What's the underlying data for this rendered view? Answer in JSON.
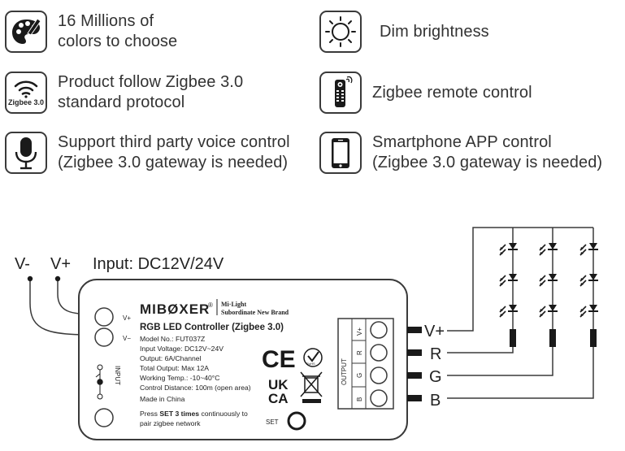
{
  "features": [
    {
      "icon": "palette-icon",
      "lines": [
        "16 Millions of",
        "colors to choose"
      ]
    },
    {
      "icon": "sun-icon",
      "lines": [
        "Dim brightness"
      ]
    },
    {
      "icon": "wifi-zigbee-icon",
      "icon_label": "Zigbee 3.0",
      "lines": [
        "Product follow Zigbee 3.0",
        "standard protocol"
      ]
    },
    {
      "icon": "remote-control-icon",
      "lines": [
        "Zigbee remote control"
      ]
    },
    {
      "icon": "microphone-icon",
      "lines": [
        "Support third party voice control",
        "(Zigbee 3.0 gateway is needed)"
      ]
    },
    {
      "icon": "smartphone-icon",
      "lines": [
        "Smartphone APP control",
        "(Zigbee 3.0 gateway is needed)"
      ]
    }
  ],
  "wiring": {
    "input_label": "Input: DC12V/24V",
    "vminus": "V-",
    "vplus": "V+",
    "output_labels": [
      "V+",
      "R",
      "G",
      "B"
    ]
  },
  "controller": {
    "brand": "MIBØXER",
    "registered": "®",
    "sub_brand_1": "Mi·Light",
    "sub_brand_2": "Subordinate New Brand",
    "title": "RGB LED Controller (Zigbee 3.0)",
    "specs": [
      "Model No.: FUT037Z",
      "Input Voltage: DC12V~24V",
      "Output: 6A/Channel",
      "Total Output: Max 12A",
      "Working Temp.: -10~40°C",
      "Control Distance: 100m (open area)",
      "Made in China"
    ],
    "press_pre": "Press ",
    "press_bold": "SET 3 times",
    "press_post": " continuously to",
    "press_line2": "pair zigbee network",
    "set_label": "SET",
    "input_side": "INPUT",
    "input_terms": [
      "V+",
      "V−"
    ],
    "output_side": "OUTPUT",
    "output_terms": [
      "V+",
      "R",
      "G",
      "B"
    ],
    "ce": "CE",
    "rohs": "RoHS",
    "ukca_1": "UK",
    "ukca_2": "CA"
  },
  "colors": {
    "line": "#3a3a3a",
    "text": "#333333",
    "led": "#1a1a1a"
  }
}
